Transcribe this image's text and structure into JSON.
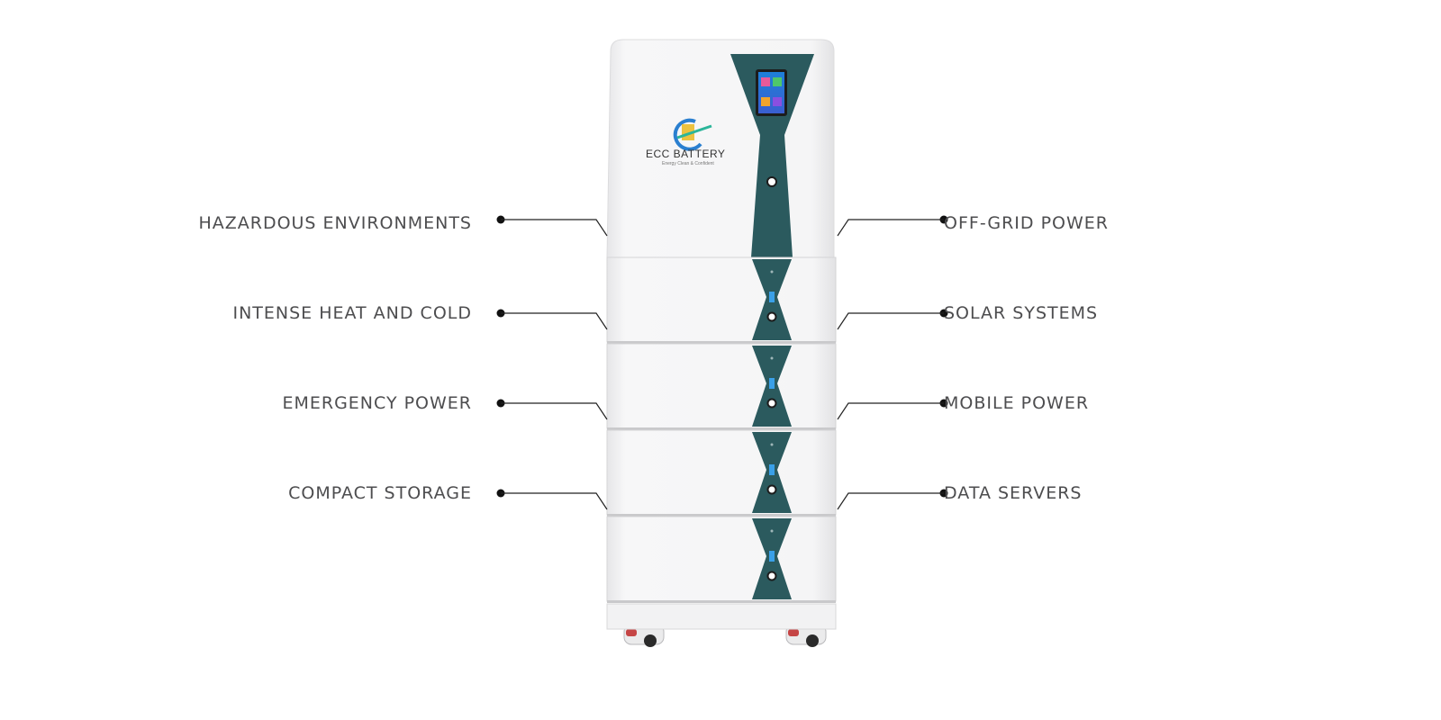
{
  "product": {
    "brand": "ECC BATTERY",
    "tagline": "Energy Clean & Confident",
    "modules": 4,
    "colors": {
      "accent": "#2b5a5e",
      "body": "#f6f6f7",
      "screen": "#1e7fd8",
      "text": "#4d4d4f",
      "line": "#222222"
    }
  },
  "features": {
    "left": [
      "HAZARDOUS ENVIRONMENTS",
      "INTENSE HEAT AND COLD",
      "EMERGENCY POWER",
      "COMPACT STORAGE"
    ],
    "right": [
      "OFF-GRID POWER",
      "SOLAR SYSTEMS",
      "MOBILE POWER",
      "DATA SERVERS"
    ]
  }
}
